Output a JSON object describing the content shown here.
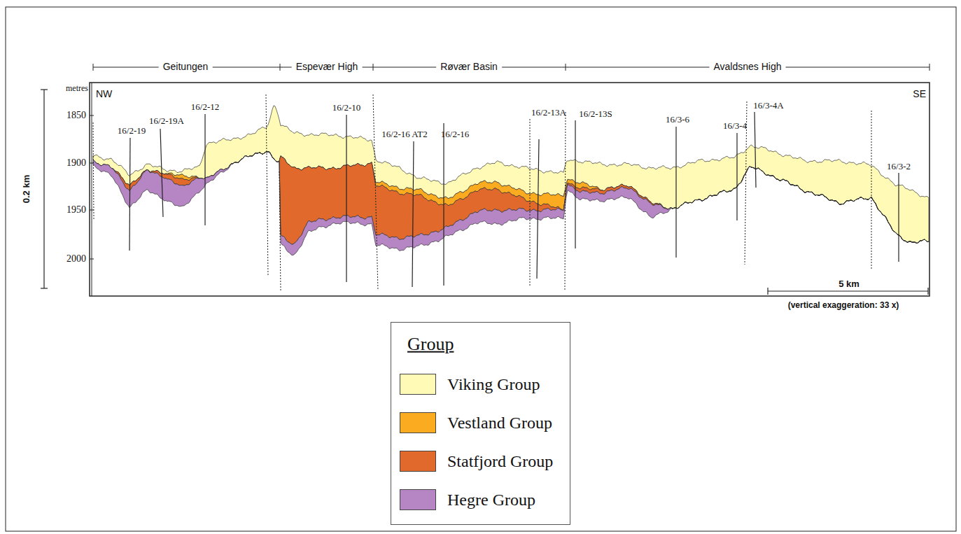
{
  "diagram": {
    "labels": [
      "Geitungen",
      "Espevær High",
      "Røvær Basin",
      "Avaldsnes High",
      "metres",
      "NW",
      "SE",
      "1850",
      "1900",
      "1950",
      "2000",
      "0.2 km",
      "16/2-19",
      "16/2-19A",
      "16/2-12",
      "16/2-10",
      "16/2-16 AT2",
      "16/2-16",
      "16/2-13A",
      "16/2-13S",
      "16/3-6",
      "16/3-4",
      "16/3-4A",
      "16/3-2",
      "5 km",
      "(vertical exaggeration: 33 x)",
      "Group"
    ],
    "legend": [
      {
        "text": "Viking Group",
        "color": "#fffbb6"
      },
      {
        "text": "Vestland Group",
        "color": "#fbab1f"
      },
      {
        "text": "Statfjord Group",
        "color": "#e0692b"
      },
      {
        "text": "Hegre Group",
        "color": "#b585c4"
      }
    ]
  }
}
